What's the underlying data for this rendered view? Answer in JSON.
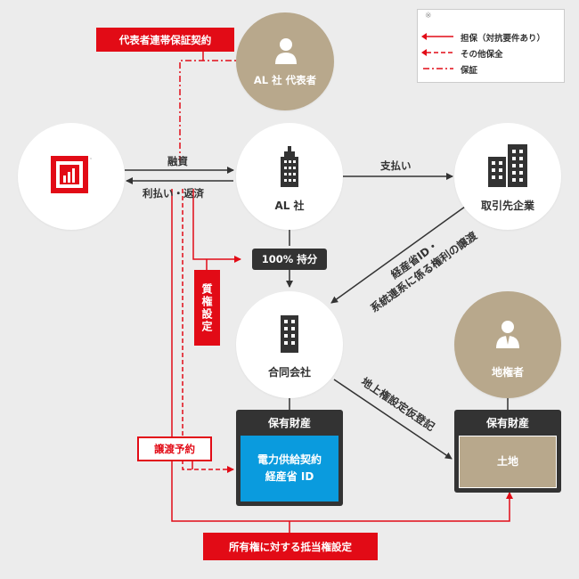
{
  "legend": {
    "note_mark": "※",
    "items": [
      {
        "label": "担保（対抗要件あり）",
        "style": "solid"
      },
      {
        "label": "その他保全",
        "style": "dashed"
      },
      {
        "label": "保証",
        "style": "dashdot"
      }
    ]
  },
  "nodes": {
    "representative": "AL 社 代表者",
    "al": "AL 社",
    "supplier": "取引先企業",
    "godo": "合同会社",
    "landowner": "地権者"
  },
  "labels": {
    "guarantee": "代表者連帯保証契約",
    "financing": "融資",
    "repayment": "利払い・返済",
    "payment": "支払い",
    "ownership": "100% 持分",
    "pledge": "質権設定",
    "transfer_reservation": "譲渡予約",
    "mortgage": "所有権に対する抵当権設定",
    "id_transfer_line1": "経産省ID・",
    "id_transfer_line2": "系統連系に係る権利の譲渡",
    "surface_right": "地上権設定仮登記"
  },
  "assets": {
    "godo": {
      "header": "保有財産",
      "line1": "電力供給契約",
      "line2": "経産省 ID"
    },
    "land": {
      "header": "保有財産",
      "line1": "土地"
    }
  },
  "colors": {
    "accent": "#e20b16",
    "tan": "#b8a88c",
    "dark": "#333333",
    "blue": "#0a9bde"
  },
  "icons": [
    "bank-logo-icon",
    "person-icon",
    "building-icon",
    "buildings-icon",
    "building-icon",
    "person-icon"
  ]
}
